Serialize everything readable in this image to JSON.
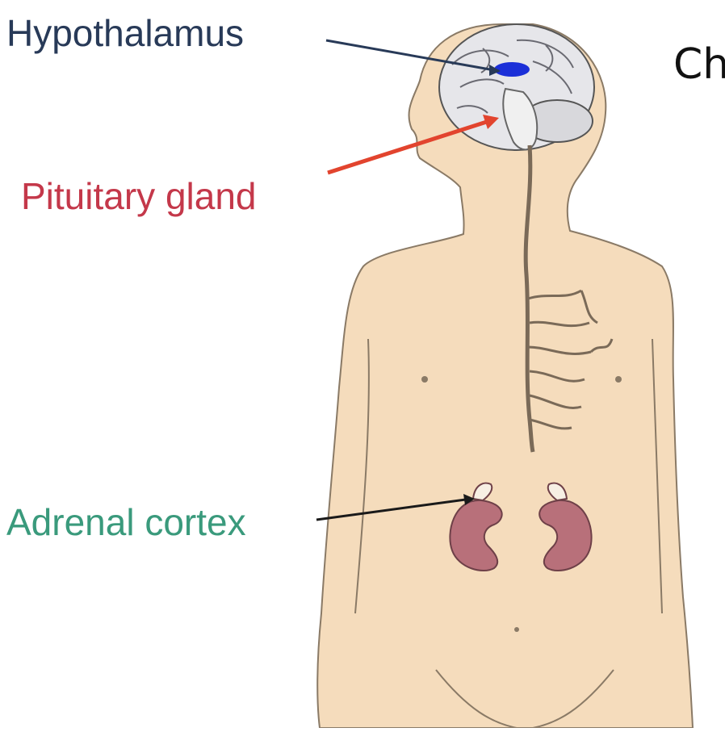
{
  "labels": {
    "hypothalamus": "Hypothalamus",
    "pituitary": "Pituitary gland",
    "adrenal": "Adrenal cortex",
    "side_text": "Ch"
  },
  "colors": {
    "hypothalamus_text": "#283a58",
    "pituitary_text": "#c4384a",
    "adrenal_text": "#3a9a7c",
    "skin": "#f5dcbc",
    "skin_outline": "#8a7a66",
    "kidney": "#b8707a",
    "hypothalamus_marker": "#1b2fd8",
    "arrow_red": "#e2442e",
    "nerve": "#7a6a58"
  }
}
